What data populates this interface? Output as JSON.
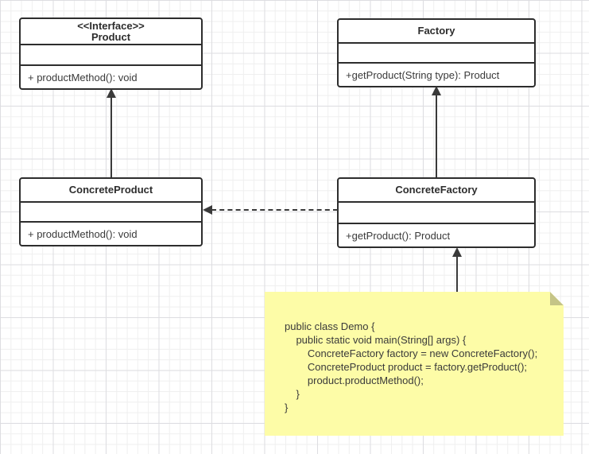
{
  "canvas": {
    "background_color": "#ffffff",
    "grid_minor_color": "#efefef",
    "grid_major_color": "#dddde1",
    "shape_border_color": "#2d2d2d",
    "arrow_color": "#3a3a3a"
  },
  "classes": {
    "product": {
      "stereotype": "<<Interface>>",
      "name": "Product",
      "method": "+ productMethod(): void"
    },
    "factory": {
      "name": "Factory",
      "method": "+getProduct(String type): Product"
    },
    "concrete_product": {
      "name": "ConcreteProduct",
      "method": "+ productMethod(): void"
    },
    "concrete_factory": {
      "name": "ConcreteFactory",
      "method": "+getProduct(): Product"
    }
  },
  "relationships": [
    {
      "from": "ConcreteProduct",
      "to": "Product",
      "type": "solid-arrow-up"
    },
    {
      "from": "ConcreteFactory",
      "to": "Factory",
      "type": "solid-arrow-up"
    },
    {
      "from": "ConcreteFactory",
      "to": "ConcreteProduct",
      "type": "dashed-arrow-left"
    },
    {
      "from": "note",
      "to": "ConcreteFactory",
      "type": "solid-arrow-up"
    }
  ],
  "note": {
    "bg_color": "#fdfca7",
    "fold_color": "#c5c487",
    "code": "public class Demo {\n    public static void main(String[] args) {\n        ConcreteFactory factory = new ConcreteFactory();\n        ConcreteProduct product = factory.getProduct();\n        product.productMethod();\n    }\n}"
  }
}
